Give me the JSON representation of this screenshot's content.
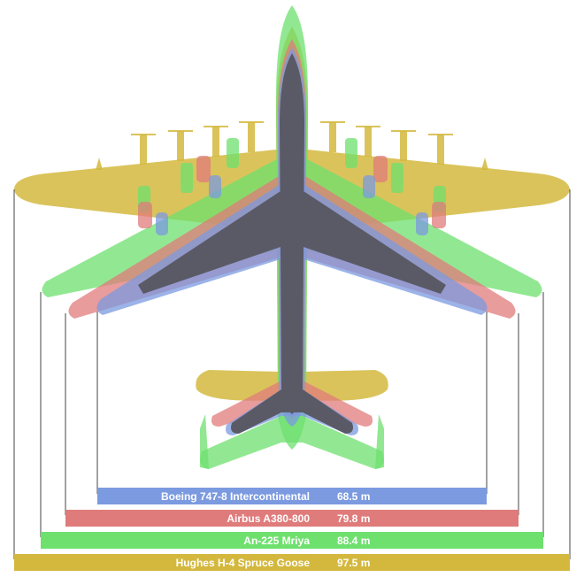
{
  "aircraft": [
    {
      "name": "Boeing 747-8 Intercontinental",
      "span": "68.5 m",
      "color": "#7b9ae0"
    },
    {
      "name": "Airbus A380-800",
      "span": "79.8 m",
      "color": "#e07b7b"
    },
    {
      "name": "An-225 Mriya",
      "span": "88.4 m",
      "color": "#6ee06e"
    },
    {
      "name": "Hughes H-4 Spruce Goose",
      "span": "97.5 m",
      "color": "#d4b83e"
    }
  ],
  "overlay_color": "#5a5a66"
}
